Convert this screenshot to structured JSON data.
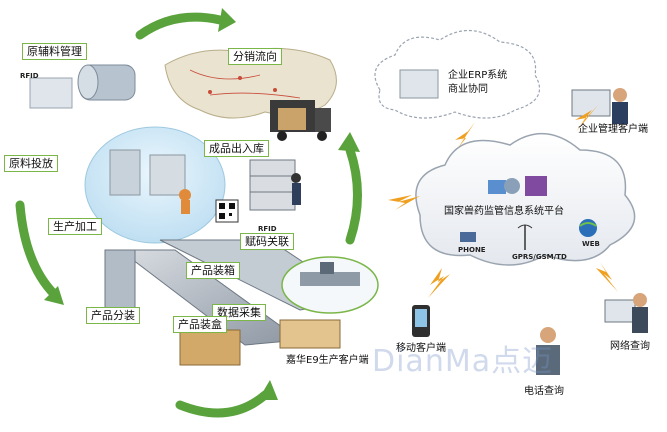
{
  "left_labels": {
    "raw_aux_material": "原辅料管理",
    "raw_feeding": "原料投放",
    "production": "生产加工",
    "distribution_flow": "分销流向",
    "finished_inout": "成品出入库",
    "code_association": "赋码关联",
    "product_boxing": "产品装箱",
    "data_collection": "数据采集",
    "product_packaging": "产品装盒",
    "product_split": "产品分装",
    "producer_client": "嘉华E9生产客户端"
  },
  "tags": {
    "rfid_1": "RFID",
    "rfid_2": "RFID"
  },
  "right_labels": {
    "erp_line1": "企业ERP系统",
    "erp_line2": "商业协同",
    "enterprise_client": "企业管理客户端",
    "platform": "国家兽药监管信息系统平台",
    "phone": "PHONE",
    "gprs": "GPRS/GSM/TD",
    "web": "WEB",
    "mobile_client": "移动客户端",
    "phone_query": "电话查询",
    "web_query": "网络查询"
  },
  "watermark": "DianMa点迈",
  "colors": {
    "arrow_green": "#5aa33c",
    "label_border": "#7ab648",
    "lightning": "#f0a020",
    "cloud_stroke": "#9aa4b0"
  }
}
